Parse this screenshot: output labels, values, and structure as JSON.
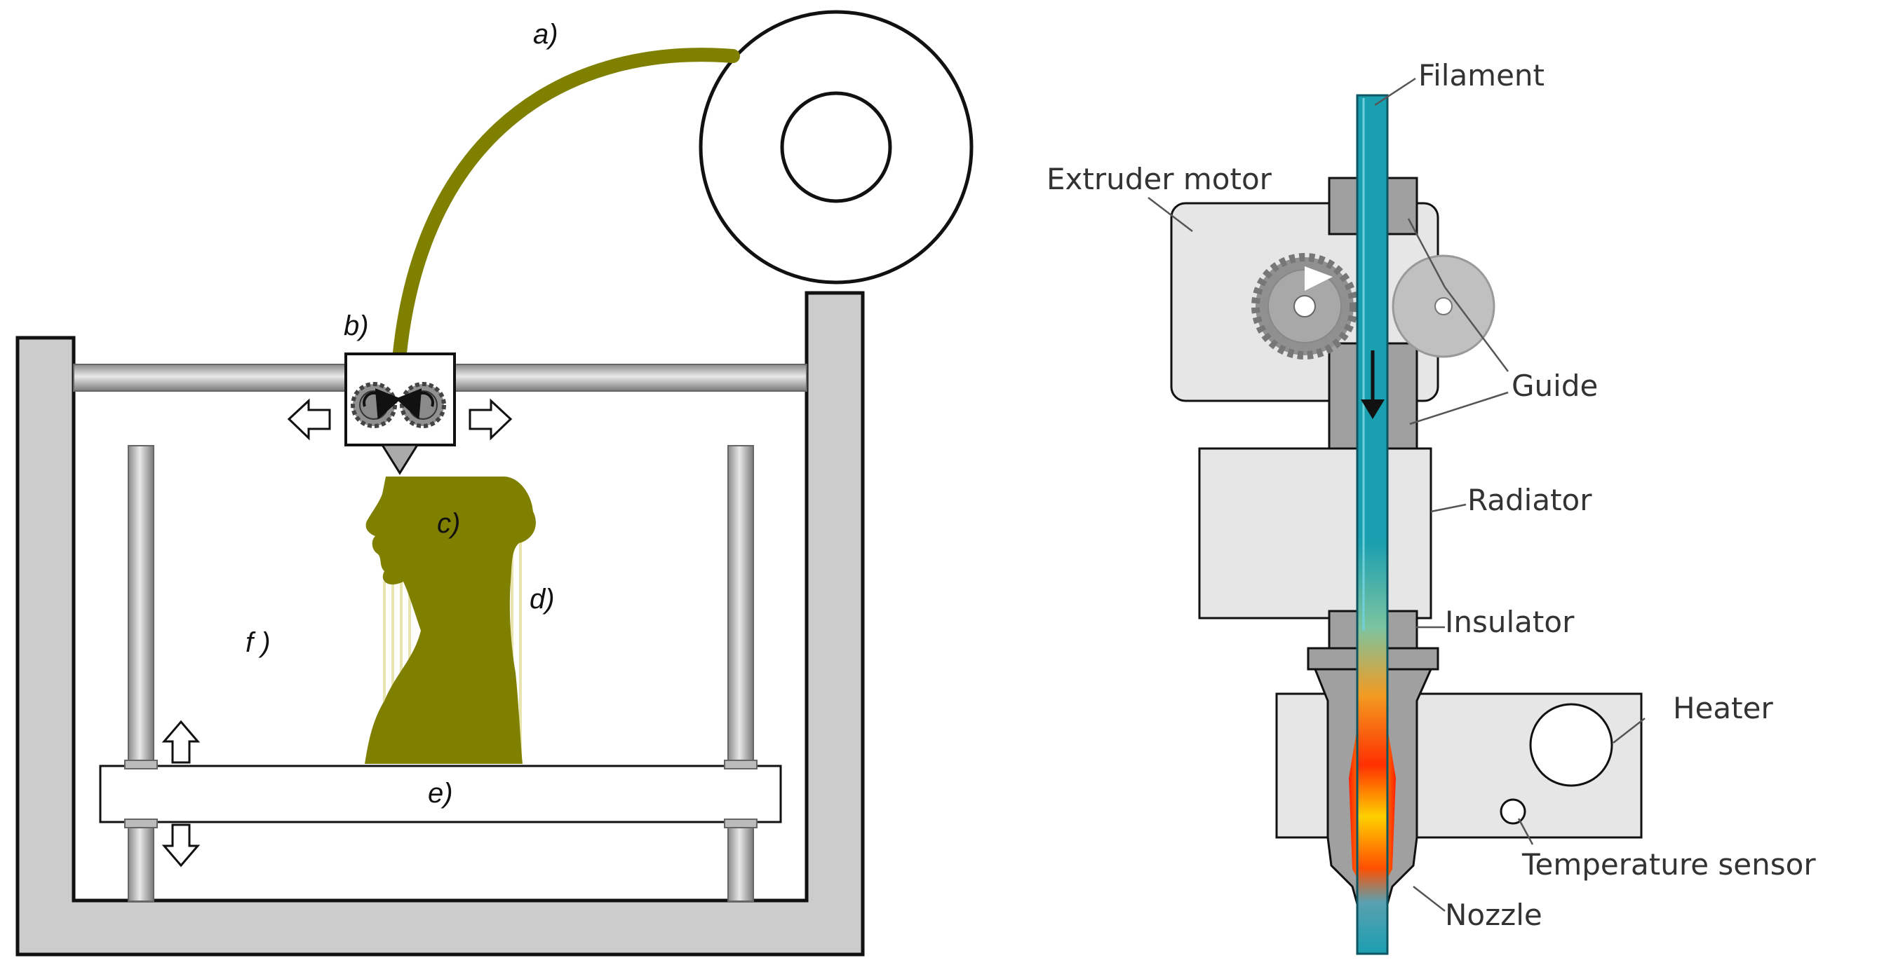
{
  "printer_labels": {
    "a": "a)",
    "b": "b)",
    "c": "c)",
    "d": "d)",
    "e": "e)",
    "f": "f )"
  },
  "extruder_labels": {
    "filament": "Filament",
    "extruder_motor": "Extruder motor",
    "guide": "Guide",
    "radiator": "Radiator",
    "insulator": "Insulator",
    "heater": "Heater",
    "temperature_sensor": "Temperature sensor",
    "nozzle": "Nozzle"
  },
  "colors": {
    "filament_olive": "#7f7f00",
    "frame_gray": "#c8c8c8",
    "part_gray": "#a0a0a0",
    "filament_cyan": "#1a9fb0",
    "hot_red": "#ff3000",
    "hot_yellow": "#ffe000"
  }
}
